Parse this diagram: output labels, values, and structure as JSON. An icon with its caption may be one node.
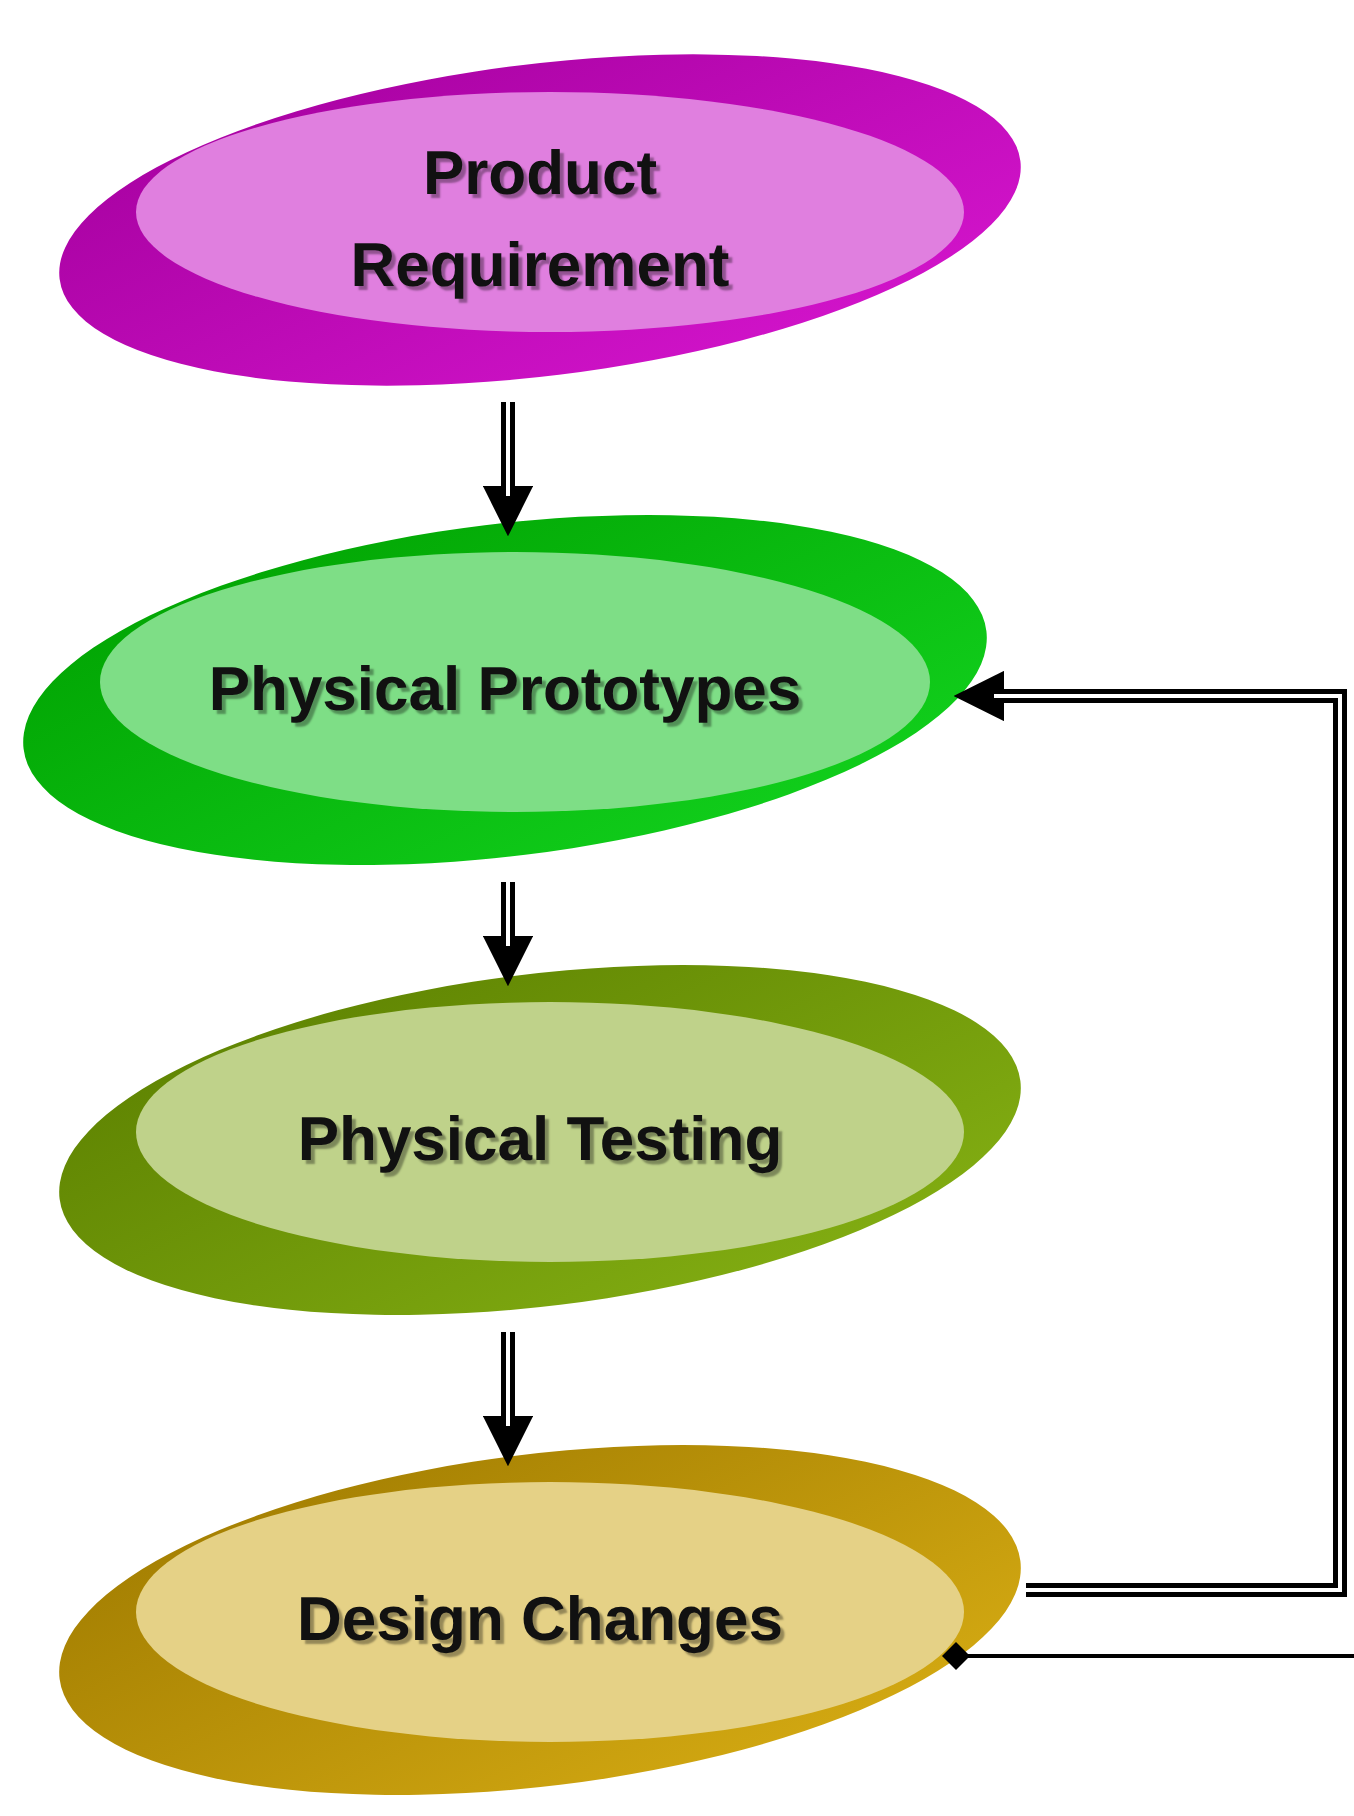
{
  "diagram": {
    "nodes": [
      {
        "text": [
          "Product Requirement"
        ]
      },
      {
        "text": [
          "Physical Prototypes"
        ]
      },
      {
        "text": [
          "Physical Testing"
        ]
      },
      {
        "text": [
          "Design Changes"
        ]
      }
    ],
    "edges": [
      {
        "from": 0,
        "to": 1,
        "arrow": "to"
      },
      {
        "from": 1,
        "to": 2,
        "arrow": "to"
      },
      {
        "from": 2,
        "to": 3,
        "arrow": "to"
      },
      {
        "from": 3,
        "to": 1,
        "arrow": "to"
      },
      {
        "from": 3,
        "to": null,
        "arrow": "other"
      }
    ]
  }
}
